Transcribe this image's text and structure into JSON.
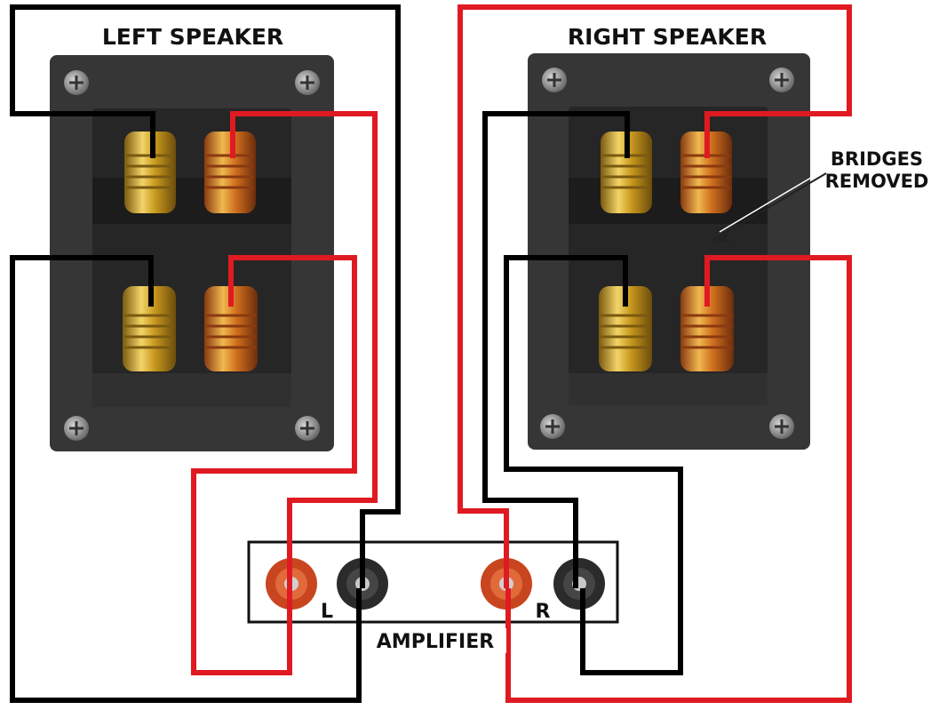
{
  "title_left": "LEFT SPEAKER",
  "title_right": "RIGHT SPEAKER",
  "note_line1": "BRIDGES",
  "note_line2": "REMOVED",
  "amp_label": "AMPLIFIER",
  "channel_left": "L",
  "channel_right": "R",
  "colors": {
    "wire_negative": "#000000",
    "wire_positive": "#e01a22",
    "panel": "#353535",
    "recess": "#262626",
    "gold": "#c8981e",
    "amp_red": "#c9451f",
    "amp_black": "#2b2b2b"
  },
  "icons": {
    "screw": "screw-icon",
    "post": "binding-post-icon",
    "arrow": "arrow-icon"
  }
}
